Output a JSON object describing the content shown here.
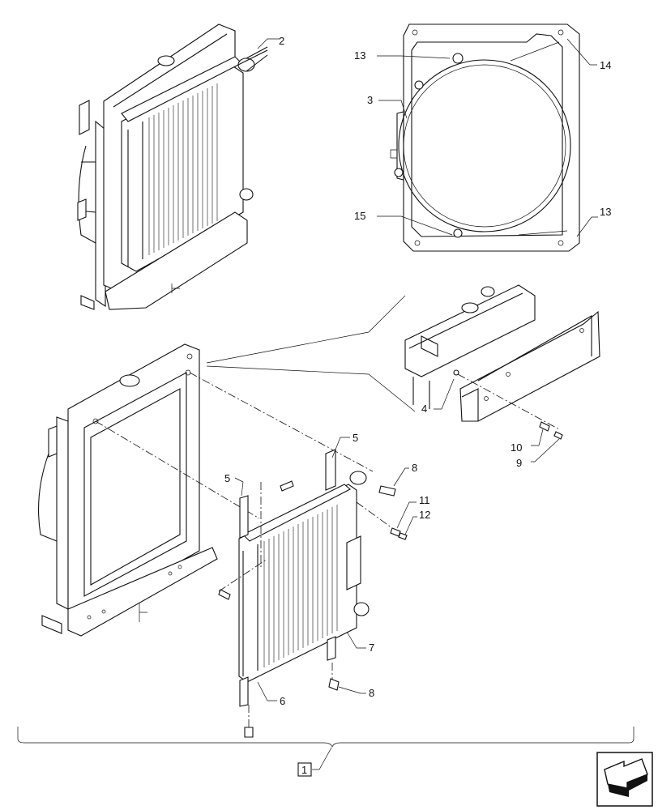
{
  "callouts": {
    "c1": "1",
    "c2": "2",
    "c3": "3",
    "c4": "4",
    "c5a": "5",
    "c5b": "5",
    "c6": "6",
    "c7": "7",
    "c8a": "8",
    "c8b": "8",
    "c9": "9",
    "c10": "10",
    "c11": "11",
    "c12": "12",
    "c13a": "13",
    "c13b": "13",
    "c14": "14",
    "c15": "15"
  },
  "icons": {
    "nav": "next-page-arrow-icon"
  }
}
